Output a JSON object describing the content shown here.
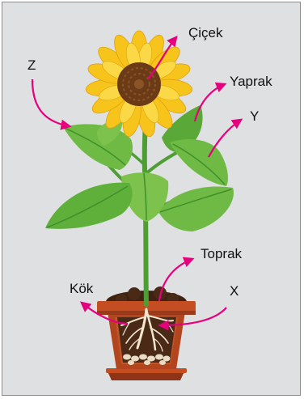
{
  "labels": {
    "cicek": "Çiçek",
    "z": "Z",
    "yaprak": "Yaprak",
    "y": "Y",
    "toprak": "Toprak",
    "kok": "Kök",
    "x": "X"
  },
  "colors": {
    "background": "#dfe0e2",
    "border": "#8c8c8c",
    "arrow": "#e6007e",
    "leaf": "#6fb945",
    "leaf_dark": "#3f8f2a",
    "stem": "#4f9e35",
    "petal": "#f7c41b",
    "flower_center": "#6b3b17",
    "pot": "#b2451d",
    "soil": "#4a2a17",
    "root": "#f2e6d0"
  }
}
